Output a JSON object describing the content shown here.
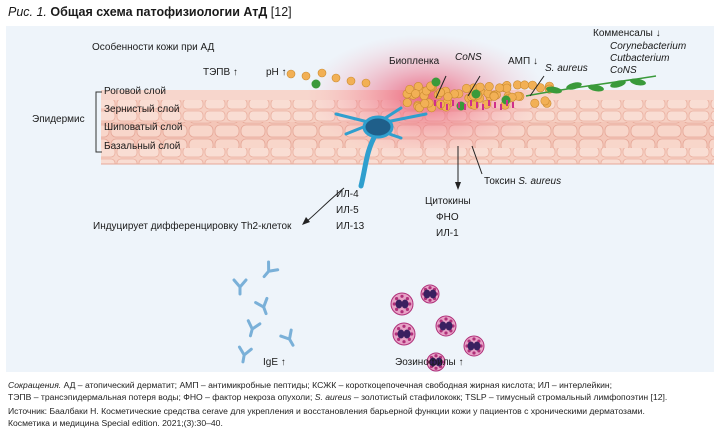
{
  "figure": {
    "prefix": "Рис. 1.",
    "title": "Общая схема патофизиологии АтД",
    "ref": "[12]"
  },
  "labels": {
    "skin_features": "Особенности кожи при АД",
    "tepv": "ТЭПВ ↑",
    "ph": "pH ↑",
    "biofilm": "Биопленка",
    "cons": "CoNS",
    "amp": "АМП ↓",
    "s_aureus": "S. aureus",
    "commensals_title": "Комменсалы ↓",
    "commensals": [
      "Corynebacterium",
      "Cutbacterium",
      "CoNS"
    ],
    "epidermis": "Эпидермис",
    "layers": [
      "Роговой слой",
      "Зернистый слой",
      "Шиповатый слой",
      "Базальный слой"
    ],
    "toxin_prefix": "Токсин",
    "toxin_species": "S. aureus",
    "cytokines": [
      "Цитокины",
      "ФНО",
      "ИЛ-1"
    ],
    "interleukins": [
      "ИЛ-4",
      "ИЛ-5",
      "ИЛ-13"
    ],
    "th2": "Индуцирует дифференцировку Th2-клеток",
    "ige": "IgE ↑",
    "eosinophils": "Эозинофилы ↑"
  },
  "footer": {
    "abbr_title": "Сокращения.",
    "abbr_line1": "АД – атопический дерматит; АМП – антимикробные пептиды; КСЖК – короткоцепочечная свободная жирная кислота; ИЛ – интерлейкин;",
    "abbr_line2a": "ТЭПВ – трансэпидермальная потеря воды; ФНО – фактор некроза опухоли; ",
    "abbr_line2_species": "S. aureus",
    "abbr_line2b": " – золотистый стафилококк; TSLP – тимусный стромальный лимфопоэтин [12].",
    "source_line1": "Источник: Баалбаки Н. Косметические средства cerave для укрепления и восстановления барьерной функции кожи у пациентов с хроническими дерматозами.",
    "source_line2": "Косметика и медицина Special edition. 2021;(3):30–40."
  },
  "colors": {
    "panel": "#eef4fa",
    "skin": "#f4c6b8",
    "inflammation": "#e8506e",
    "staph": "#f2b055",
    "commensal": "#3a9a3a",
    "dendritic": "#2f9fce",
    "antibody": "#7ab0d8",
    "eosinophil": "#b0307a",
    "toxin": "#d0308a"
  }
}
